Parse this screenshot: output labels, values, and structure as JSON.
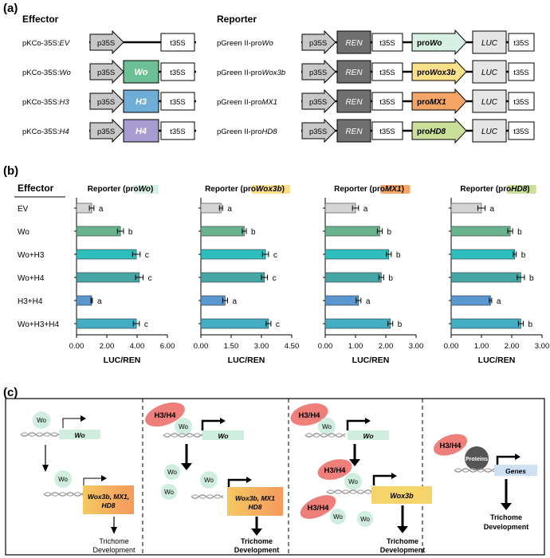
{
  "panel_a": {
    "label": "(a)",
    "effector_heading": "Effector",
    "reporter_heading": "Reporter",
    "effectors": [
      {
        "name_prefix": "pKCo-35S:",
        "name_italic": "EV",
        "promoter": "p35S",
        "cds": "",
        "terminator": "t35S",
        "cds_color": ""
      },
      {
        "name_prefix": "pKCo-35S:",
        "name_italic": "Wo",
        "promoter": "p35S",
        "cds": "Wo",
        "terminator": "t35S",
        "cds_color": "#6dbf96"
      },
      {
        "name_prefix": "pKCo-35S:",
        "name_italic": "H3",
        "promoter": "p35S",
        "cds": "H3",
        "terminator": "t35S",
        "cds_color": "#6eaed6"
      },
      {
        "name_prefix": "pKCo-35S:",
        "name_italic": "H4",
        "promoter": "p35S",
        "cds": "H4",
        "terminator": "t35S",
        "cds_color": "#a79bd0"
      }
    ],
    "reporters": [
      {
        "name_prefix": "pGreen II-pro",
        "name_italic": "Wo",
        "promoter": "p35S",
        "ren": "REN",
        "terminator1": "t35S",
        "pro_prefix": "pro",
        "pro_gene": "Wo",
        "pro_color": "#d6f0e4",
        "luc": "LUC",
        "terminator2": "t35S"
      },
      {
        "name_prefix": "pGreen II-pro",
        "name_italic": "Wox3b",
        "promoter": "p35S",
        "ren": "REN",
        "terminator1": "t35S",
        "pro_prefix": "pro",
        "pro_gene": "Wox3b",
        "pro_color": "#fbe08a",
        "luc": "LUC",
        "terminator2": "t35S"
      },
      {
        "name_prefix": "pGreen II-pro",
        "name_italic": "MX1",
        "promoter": "p35S",
        "ren": "REN",
        "terminator1": "t35S",
        "pro_prefix": "pro",
        "pro_gene": "MX1",
        "pro_color": "#f5a565",
        "luc": "LUC",
        "terminator2": "t35S"
      },
      {
        "name_prefix": "pGreen II-pro",
        "name_italic": "HD8",
        "promoter": "p35S",
        "ren": "REN",
        "terminator1": "t35S",
        "pro_prefix": "pro",
        "pro_gene": "HD8",
        "pro_color": "#c9df9a",
        "luc": "LUC",
        "terminator2": "t35S"
      }
    ]
  },
  "panel_b": {
    "label": "(b)",
    "effector_heading": "Effector",
    "categories": [
      "EV",
      "Wo",
      "Wo+H3",
      "Wo+H4",
      "H3+H4",
      "Wo+H3+H4"
    ],
    "bar_colors": [
      "#d4d4d4",
      "#69b48e",
      "#2ebfbd",
      "#46a6a6",
      "#5b97cf",
      "#43aec3"
    ]
  },
  "chart_data": [
    {
      "type": "bar",
      "title_prefix": "Reporter (",
      "title_gene_pro": "pro",
      "title_gene": "Wo",
      "title_suffix": ")",
      "highlight": "#d6f0e4",
      "categories": [
        "EV",
        "Wo",
        "Wo+H3",
        "Wo+H4",
        "H3+H4",
        "Wo+H3+H4"
      ],
      "values": [
        1.0,
        2.9,
        3.95,
        4.15,
        1.0,
        3.95
      ],
      "errors": [
        0.15,
        0.2,
        0.25,
        0.25,
        0.05,
        0.2
      ],
      "letters": [
        "a",
        "b",
        "c",
        "c",
        "a",
        "c"
      ],
      "xlabel": "LUC/REN",
      "xlim": [
        0,
        6
      ],
      "ticks": [
        "0.00",
        "2.00",
        "4.00",
        "6.00"
      ]
    },
    {
      "type": "bar",
      "title_prefix": "Reporter (",
      "title_gene_pro": "pro",
      "title_gene": "Wox3b",
      "title_suffix": ")",
      "highlight": "#fbe08a",
      "categories": [
        "EV",
        "Wo",
        "Wo+H3",
        "Wo+H4",
        "H3+H4",
        "Wo+H3+H4"
      ],
      "values": [
        1.0,
        2.15,
        3.2,
        3.15,
        1.2,
        3.35
      ],
      "errors": [
        0.08,
        0.1,
        0.15,
        0.15,
        0.12,
        0.12
      ],
      "letters": [
        "a",
        "b",
        "c",
        "c",
        "a",
        "c"
      ],
      "xlabel": "LUC/REN",
      "xlim": [
        0,
        4.5
      ],
      "ticks": [
        "0.00",
        "1.50",
        "3.00",
        "4.50"
      ]
    },
    {
      "type": "bar",
      "title_prefix": "Reporter (",
      "title_gene_pro": "pro",
      "title_gene": "MX1",
      "title_suffix": ")",
      "highlight": "#f5a565",
      "categories": [
        "EV",
        "Wo",
        "Wo+H3",
        "Wo+H4",
        "H3+H4",
        "Wo+H3+H4"
      ],
      "values": [
        1.0,
        1.8,
        2.1,
        1.85,
        1.1,
        2.15
      ],
      "errors": [
        0.1,
        0.08,
        0.08,
        0.08,
        0.08,
        0.08
      ],
      "letters": [
        "a",
        "b",
        "b",
        "b",
        "a",
        "b"
      ],
      "xlabel": "LUC/REN",
      "xlim": [
        0,
        3
      ],
      "ticks": [
        "0.00",
        "1.00",
        "2.00",
        "3.00"
      ]
    },
    {
      "type": "bar",
      "title_prefix": "Reporter (",
      "title_gene_pro": "pro",
      "title_gene": "HD8",
      "title_suffix": ")",
      "highlight": "#c9df9a",
      "categories": [
        "EV",
        "Wo",
        "Wo+H3",
        "Wo+H4",
        "H3+H4",
        "Wo+H3+H4"
      ],
      "values": [
        1.0,
        1.95,
        2.1,
        2.3,
        1.3,
        2.3
      ],
      "errors": [
        0.12,
        0.08,
        0.05,
        0.12,
        0.04,
        0.08
      ],
      "letters": [
        "a",
        "b",
        "b",
        "b",
        "a",
        "b"
      ],
      "xlabel": "LUC/REN",
      "xlim": [
        0,
        3
      ],
      "ticks": [
        "0.00",
        "1.00",
        "2.00",
        "3.00"
      ]
    }
  ],
  "panel_c": {
    "label": "(c)",
    "wo": "Wo",
    "h3h4": "H3/H4",
    "wo_gene": "Wo",
    "targets_line1": "Wox3b, MX1,",
    "targets_line2": "HD8",
    "targets_line1b": "Wox3b, MX1",
    "wox3b": "Wox3b",
    "proteins": "Proteins",
    "genes": "Genes",
    "outcome_line1": "Trichome",
    "outcome_line2": "Development"
  }
}
